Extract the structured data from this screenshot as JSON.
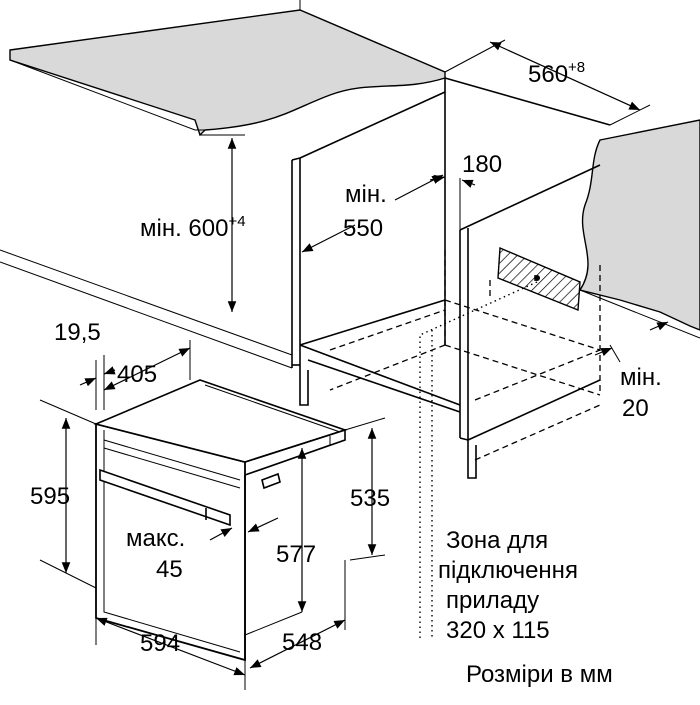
{
  "dimensions": {
    "min_600": {
      "prefix": "мін. ",
      "value": "600",
      "sup": "+4"
    },
    "min_550": {
      "line1": "мін.",
      "line2": "550"
    },
    "d_560": {
      "value": "560",
      "sup": "+8"
    },
    "d_180": "180",
    "min_20": {
      "line1": "мін.",
      "line2": "20"
    },
    "d_19_5": "19,5",
    "d_405": "405",
    "d_595": "595",
    "d_535": "535",
    "max_45": {
      "line1": "макс.",
      "line2": "45"
    },
    "d_577": "577",
    "d_594": "594",
    "d_548": "548"
  },
  "connection_zone": {
    "line1": "Зона для",
    "line2": "підключення",
    "line3": "приладу",
    "line4": "320 x 115"
  },
  "units_note": "Розміри в мм",
  "colors": {
    "countertop": "#d9d9d9",
    "hatch": "#000000"
  }
}
